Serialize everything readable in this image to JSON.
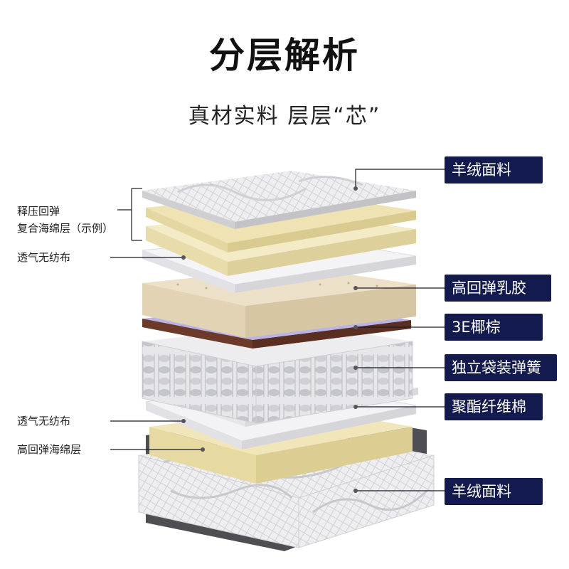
{
  "header": {
    "title": "分层解析",
    "subtitle": "真材实料 层层“芯”"
  },
  "right_labels": [
    "羊绒面料",
    "高回弹乳胶",
    "3E椰棕",
    "独立袋装弹簧",
    "聚酯纤维棉",
    "羊绒面料"
  ],
  "left_labels": {
    "foam_line1": "释压回弹",
    "foam_line2": "复合海绵层（示例）",
    "nonwoven_top": "透气无纺布",
    "nonwoven_bottom": "透气无纺布",
    "hr_foam": "高回弹海绵层"
  },
  "colors": {
    "label_bg": "#131b4e",
    "label_text": "#ffffff",
    "fabric": "#e8e8ea",
    "foam": "#efe3b3",
    "latex": "#eadcc3",
    "coir": "#6b3a2a",
    "lavender": "#b9b3e6",
    "spring": "#d8d8dc",
    "base_frame": "#4f4f53"
  }
}
